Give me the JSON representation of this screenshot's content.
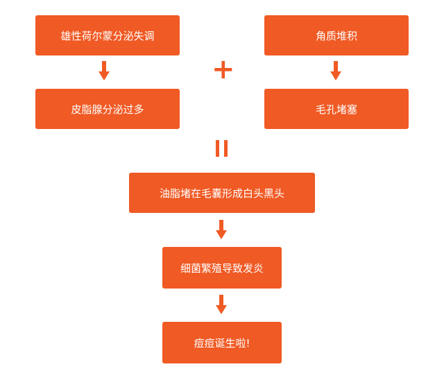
{
  "diagram": {
    "accent_color": "#f05a24",
    "nodes": {
      "hormone": "雄性荷尔蒙分泌失调",
      "sebum": "皮脂腺分泌过多",
      "keratin": "角质堆积",
      "pore": "毛孔堵塞",
      "blackhead": "油脂堵在毛囊形成白头黑头",
      "bacteria": "细菌繁殖导致发炎",
      "acne": "痘痘诞生啦!"
    },
    "operators": {
      "plus": "+"
    }
  }
}
